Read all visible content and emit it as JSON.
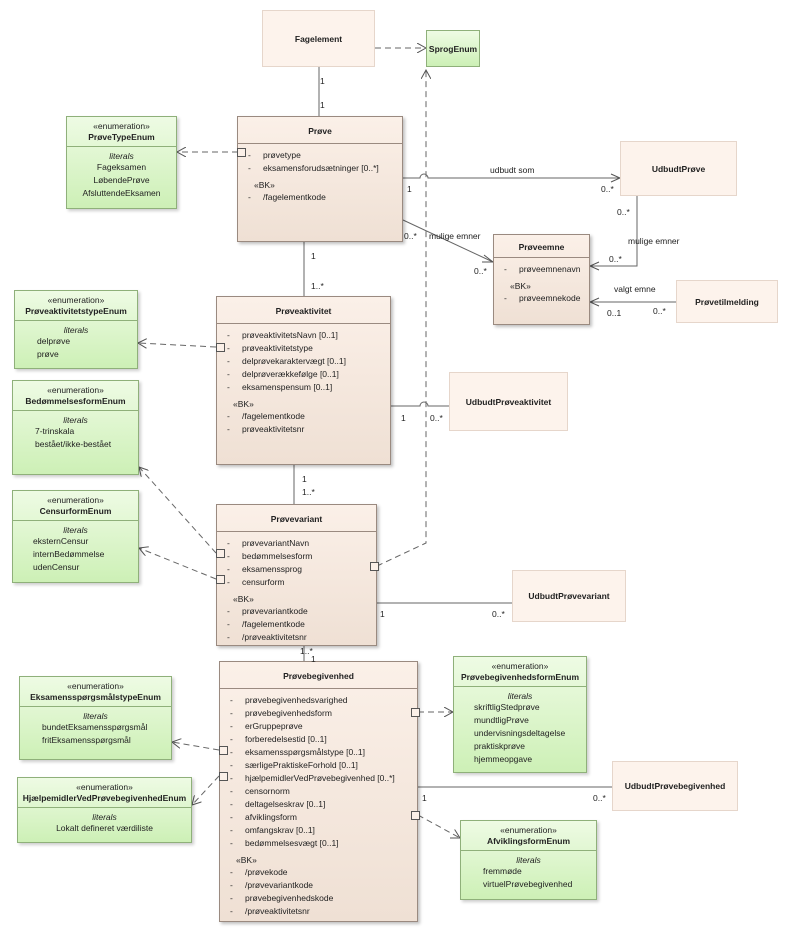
{
  "classes": {
    "fagelement": {
      "name": "Fagelement"
    },
    "sprogenum": {
      "name": "SprogEnum"
    },
    "udbudtprove": {
      "name": "UdbudtPrøve"
    },
    "provetilmelding": {
      "name": "Prøvetilmelding"
    },
    "udbudtproveaktivitet": {
      "name": "UdbudtPrøveaktivitet"
    },
    "udbudtprovevariant": {
      "name": "UdbudtPrøvevariant"
    },
    "udbudtprovebegivenhed": {
      "name": "UdbudtPrøvebegivenhed"
    },
    "prove": {
      "name": "Prøve",
      "attrs": [
        "prøvetype",
        "eksamensforudsætninger [0..*]"
      ],
      "bk_label": "«BK»",
      "bk": [
        "/fagelementkode"
      ]
    },
    "proveemne": {
      "name": "Prøveemne",
      "attrs": [
        "prøveemnenavn"
      ],
      "bk_label": "«BK»",
      "bk": [
        "prøveemnekode"
      ]
    },
    "proveaktivitet": {
      "name": "Prøveaktivitet",
      "attrs": [
        "prøveaktivitetsNavn [0..1]",
        "prøveaktivitetstype",
        "delprøvekaraktervægt [0..1]",
        "delprøverækkefølge [0..1]",
        "eksamenspensum [0..1]"
      ],
      "bk_label": "«BK»",
      "bk": [
        "/fagelementkode",
        "prøveaktivitetsnr"
      ]
    },
    "provevariant": {
      "name": "Prøvevariant",
      "attrs": [
        "prøvevariantNavn",
        "bedømmelsesform",
        "eksamenssprog",
        "censurform"
      ],
      "bk_label": "«BK»",
      "bk": [
        "prøvevariantkode",
        "/fagelementkode",
        "/prøveaktivitetsnr"
      ]
    },
    "provebegivenhed": {
      "name": "Prøvebegivenhed",
      "attrs": [
        "prøvebegivenhedsvarighed",
        "prøvebegivenhedsform",
        "erGruppeprøve",
        "forberedelsestid [0..1]",
        "eksamensspørgsmålstype [0..1]",
        "særligePraktiskeForhold [0..1]",
        "hjælpemidlerVedPrøvebegivenhed [0..*]",
        "censornorm",
        "deltagelseskrav [0..1]",
        "afviklingsform",
        "omfangskrav [0..1]",
        "bedømmelsesvægt [0..1]"
      ],
      "bk_label": "«BK»",
      "bk": [
        "/prøvekode",
        "/prøvevariantkode",
        "prøvebegivenhedskode",
        "/prøveaktivitetsnr"
      ]
    }
  },
  "enums": {
    "provetype": {
      "stereo": "«enumeration»",
      "name": "PrøveTypeEnum",
      "lit_label": "literals",
      "values": [
        "Fageksamen",
        "LøbendePrøve",
        "AfsluttendeEksamen"
      ]
    },
    "aktivitetstype": {
      "stereo": "«enumeration»",
      "name": "PrøveaktivitetstypeEnum",
      "lit_label": "literals",
      "values": [
        "delprøve",
        "prøve"
      ]
    },
    "bedommelse": {
      "stereo": "«enumeration»",
      "name": "BedømmelsesformEnum",
      "lit_label": "literals",
      "values": [
        "7-trinskala",
        "bestået/ikke-bestået"
      ]
    },
    "censur": {
      "stereo": "«enumeration»",
      "name": "CensurformEnum",
      "lit_label": "literals",
      "values": [
        "eksternCensur",
        "internBedømmelse",
        "udenCensur"
      ]
    },
    "sporgsmal": {
      "stereo": "«enumeration»",
      "name": "EksamensspørgsmålstypeEnum",
      "lit_label": "literals",
      "values": [
        "bundetEksamensspørgsmål",
        "fritEksamensspørgsmål"
      ]
    },
    "hjaelpemidler": {
      "stereo": "«enumeration»",
      "name": "HjælpemidlerVedPrøvebegivenhedEnum",
      "lit_label": "literals",
      "values": [
        "Lokalt defineret værdiliste"
      ]
    },
    "begivenhedsform": {
      "stereo": "«enumeration»",
      "name": "PrøvebegivenhedsformEnum",
      "lit_label": "literals",
      "values": [
        "skriftligStedprøve",
        "mundtligPrøve",
        "undervisningsdeltagelse",
        "praktiskprøve",
        "hjemmeopgave"
      ]
    },
    "afvikling": {
      "stereo": "«enumeration»",
      "name": "AfviklingsformEnum",
      "lit_label": "literals",
      "values": [
        "fremmøde",
        "virtuelPrøvebegivenhed"
      ]
    }
  },
  "labels": {
    "fag_one_a": "1",
    "fag_one_b": "1",
    "udbudt_som": "udbudt som",
    "udbudt_one": "1",
    "udbudt_many": "0..*",
    "mulige_many_a": "0..*",
    "mulige_emner_a": "mulige emner",
    "mulige_many_b": "0..*",
    "up_many_a": "0..*",
    "mulige_emner_b": "mulige emner",
    "up_many_b": "0..*",
    "valgt_emne": "valgt emne",
    "valgt_one": "0..1",
    "valgt_many": "0..*",
    "pa_one": "1",
    "pa_many": "1..*",
    "upa_one": "1",
    "upa_many": "0..*",
    "pv_one": "1",
    "pv_many": "1..*",
    "upv_one": "1",
    "upv_many": "0..*",
    "pb_many": "1..*",
    "pb_one": "1",
    "upb_one": "1",
    "upb_many": "0..*",
    "minus": "-"
  }
}
